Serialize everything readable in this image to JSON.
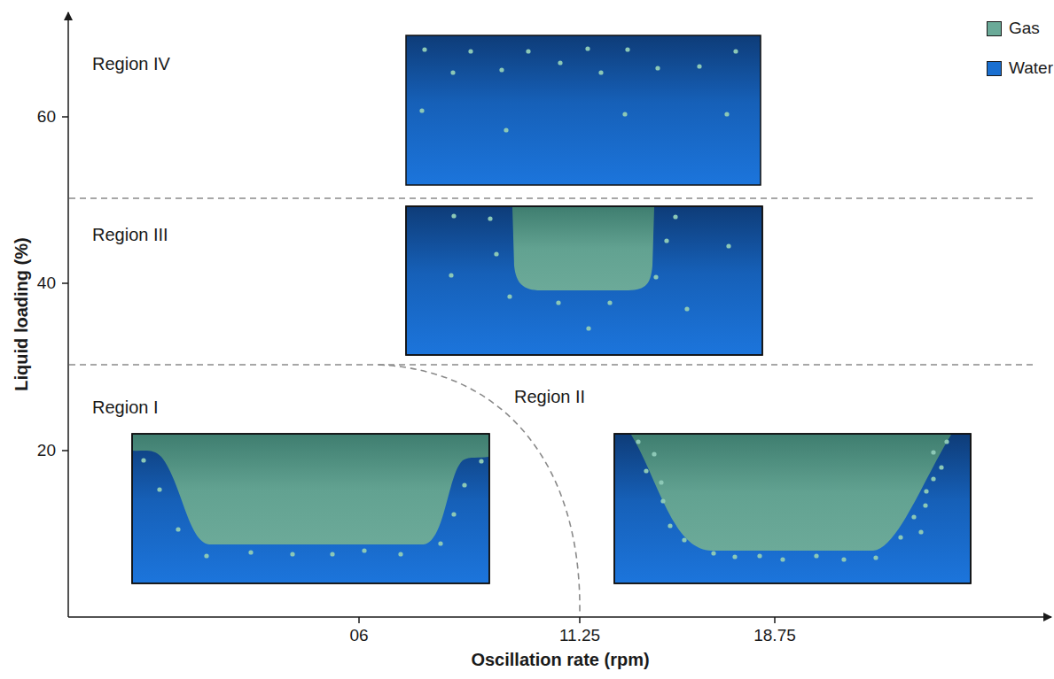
{
  "diagram": {
    "labels": [
      "Region IV",
      "60",
      "Region III",
      "40",
      "Region I",
      "Region II",
      "20",
      "06",
      "11.25",
      "18.75",
      "Liquid loading (%)",
      "Oscillation rate (rpm)"
    ],
    "legend": [
      {
        "text": "Gas",
        "color": "#6aaa98"
      },
      {
        "text": "Water",
        "color": "#1a6fd0"
      }
    ]
  }
}
